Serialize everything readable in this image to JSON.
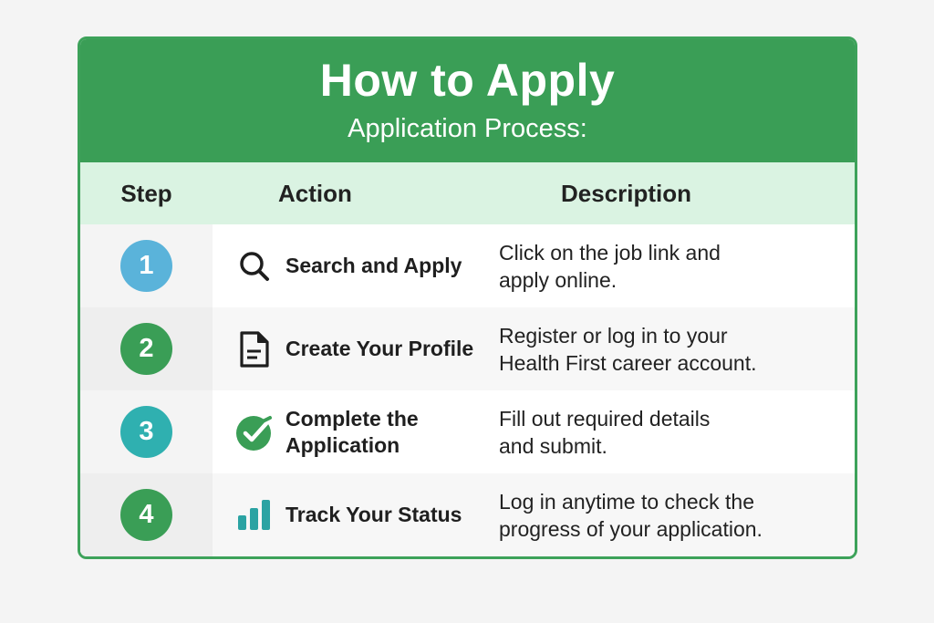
{
  "header": {
    "title": "How to Apply",
    "subtitle": "Application Process:"
  },
  "table": {
    "columns": [
      "Step",
      "Action",
      "Description"
    ],
    "rows": [
      {
        "step": "1",
        "step_color": "#5ab3da",
        "icon": "search-icon",
        "action": "Search and Apply",
        "description": "Click on the job link and\napply online."
      },
      {
        "step": "2",
        "step_color": "#3a9e56",
        "icon": "document-icon",
        "action": "Create Your Profile",
        "description": "Register or log in to your\nHealth First career account."
      },
      {
        "step": "3",
        "step_color": "#2fb0b0",
        "icon": "check-circle-icon",
        "action": "Complete the\nApplication",
        "description": "Fill out required details\nand submit."
      },
      {
        "step": "4",
        "step_color": "#3a9e56",
        "icon": "bar-chart-icon",
        "action": "Track Your Status",
        "description": "Log in anytime to check the\nprogress of your application."
      }
    ]
  },
  "colors": {
    "brand_green": "#3a9e56",
    "header_band": "#daf3e2",
    "teal": "#2ba3a3"
  }
}
